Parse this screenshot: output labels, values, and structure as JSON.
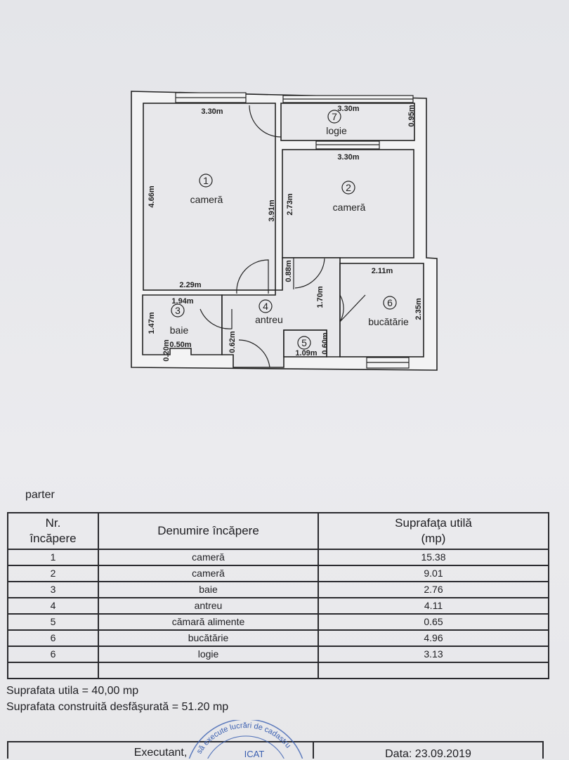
{
  "floor_plan": {
    "rooms": [
      {
        "number": "1",
        "name": "cameră"
      },
      {
        "number": "2",
        "name": "cameră"
      },
      {
        "number": "3",
        "name": "baie"
      },
      {
        "number": "4",
        "name": "antreu"
      },
      {
        "number": "5",
        "name": ""
      },
      {
        "number": "6",
        "name": "bucătărie"
      },
      {
        "number": "7",
        "name": "logie"
      }
    ],
    "dimensions": {
      "room1_width": "3.30m",
      "room1_height": "4.66m",
      "room1_right": "3.91m",
      "room1_bottom": "2.29m",
      "logie_width": "3.30m",
      "logie_height": "0.95m",
      "room2_width": "3.30m",
      "room2_height": "2.73m",
      "baie_width": "1.94m",
      "baie_height": "1.47m",
      "baie_step_width": "0.50m",
      "baie_step_height": "0.20m",
      "antreu_left": "0.62m",
      "antreu_top": "0.88m",
      "antreu_height": "1.70m",
      "camara_width": "1.09m",
      "camara_height": "0.60m",
      "kitchen_width": "2.11m",
      "kitchen_height": "2.35m"
    }
  },
  "level_label": "parter",
  "table": {
    "headers": [
      "Nr. încăpere",
      "Denumire încăpere",
      "Suprafaţa utilă (mp)"
    ],
    "rows": [
      {
        "nr": "1",
        "name": "cameră",
        "area": "15.38"
      },
      {
        "nr": "2",
        "name": "cameră",
        "area": "9.01"
      },
      {
        "nr": "3",
        "name": "baie",
        "area": "2.76"
      },
      {
        "nr": "4",
        "name": "antreu",
        "area": "4.11"
      },
      {
        "nr": "5",
        "name": "cămară alimente",
        "area": "0.65"
      },
      {
        "nr": "6",
        "name": "bucătărie",
        "area": "4.96"
      },
      {
        "nr": "6",
        "name": "logie",
        "area": "3.13"
      },
      {
        "nr": "",
        "name": "",
        "area": ""
      }
    ]
  },
  "summary": {
    "useful_area": "Suprafata utila = 40,00 mp",
    "built_area": "Suprafata construită desfăşurată = 51.20 mp"
  },
  "footer": {
    "executant": "Executant,",
    "date": "Data: 23.09.2019"
  },
  "stamp": {
    "text_arc": "să execute lucrări de cadastru",
    "text_center": "ICAT",
    "color": "#3a5fb0"
  }
}
